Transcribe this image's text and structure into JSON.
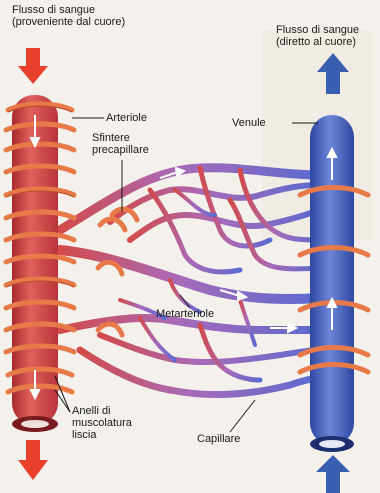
{
  "labels": {
    "inflow_line1": "Flusso di sangue",
    "inflow_line2": "(proveniente dal cuore)",
    "outflow_line1": "Flusso di sangue",
    "outflow_line2": "(diretto al cuore)",
    "arteriole": "Arteriole",
    "sphincter_line1": "Sfintere",
    "sphincter_line2": "precapillare",
    "venule": "Venule",
    "metarteriole": "Metarteriole",
    "smooth_muscle_line1": "Anelli di",
    "smooth_muscle_line2": "muscolatura",
    "smooth_muscle_line3": "liscia",
    "capillary": "Capillare"
  },
  "colors": {
    "artery": "#c8363a",
    "artery_light": "#e0605c",
    "vein": "#3a5bb8",
    "vein_light": "#6e86d8",
    "capillary_mid": "#a06ab8",
    "muscle_ring": "#e87a4a",
    "arrow_red": "#e8402a",
    "arrow_blue": "#3b5fb0",
    "background": "#f4f1ec"
  }
}
